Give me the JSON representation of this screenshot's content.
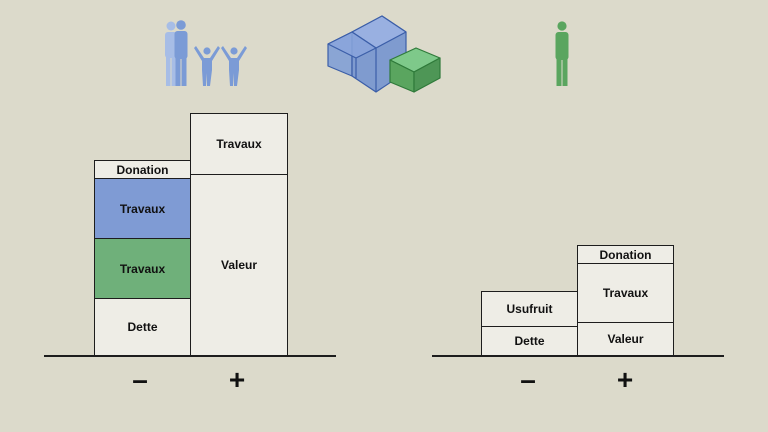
{
  "colors": {
    "background": "#dcdacb",
    "blue": "#7f9bd4",
    "green": "#6fb07a",
    "paper": "#eeede6",
    "ink": "#1d1d1d",
    "icon_blue": "#7b9bd6",
    "icon_green": "#5aa55f"
  },
  "icons": {
    "family": "family-icon",
    "building": "building-icon",
    "person": "person-icon"
  },
  "left": {
    "minus_stack": {
      "donation": "Donation",
      "travaux_blue": "Travaux",
      "travaux_green": "Travaux",
      "dette": "Dette"
    },
    "plus_stack": {
      "travaux": "Travaux",
      "valeur": "Valeur"
    },
    "minus_sign": "–",
    "plus_sign": "+"
  },
  "right": {
    "minus_stack": {
      "usufruit": "Usufruit",
      "dette": "Dette"
    },
    "plus_stack": {
      "donation": "Donation",
      "travaux": "Travaux",
      "valeur": "Valeur"
    },
    "minus_sign": "–",
    "plus_sign": "+"
  }
}
